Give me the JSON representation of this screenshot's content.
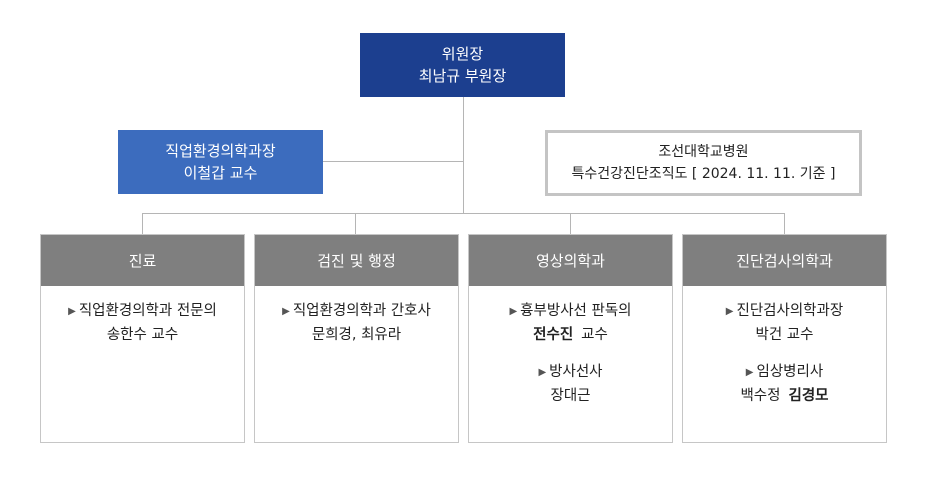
{
  "director": {
    "title": "위원장",
    "name": "최남규 부원장"
  },
  "chair": {
    "title": "직업환경의학과장",
    "name": "이철갑 교수"
  },
  "note": {
    "line1": "조선대학교병원",
    "line2": "특수건강진단조직도 [ 2024. 11. 11. 기준 ]"
  },
  "departments": [
    {
      "title": "진료",
      "entries": [
        {
          "label": "직업환경의학과 전문의",
          "names": "송한수 교수"
        }
      ]
    },
    {
      "title": "검진 및 행정",
      "entries": [
        {
          "label": "직업환경의학과 간호사",
          "names": "문희경, 최유라"
        }
      ]
    },
    {
      "title": "영상의학과",
      "entries": [
        {
          "label": "흉부방사선 판독의",
          "name_bold": "전수진",
          "suffix": "교수"
        },
        {
          "label": "방사선사",
          "names": "장대근"
        }
      ]
    },
    {
      "title": "진단검사의학과",
      "entries": [
        {
          "label": "진단검사의학과장",
          "names": "박건 교수"
        },
        {
          "label": "임상병리사",
          "name1": "백수정",
          "name2_bold": "김경모"
        }
      ]
    }
  ]
}
